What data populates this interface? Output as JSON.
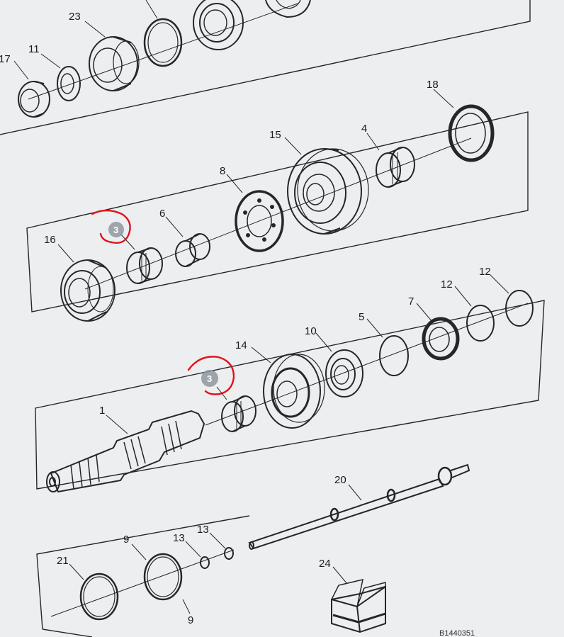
{
  "colors": {
    "background": "#eceef0",
    "line": "#262626",
    "highlight_marker": "#e0141b",
    "callout_badge": "#8f969e"
  },
  "labels": {
    "p23": "23",
    "p17": "17",
    "p11": "11",
    "p18": "18",
    "p15": "15",
    "p4": "4",
    "p8": "8",
    "p6": "6",
    "p16": "16",
    "p3_top": "3",
    "p12a": "12",
    "p12b": "12",
    "p7": "7",
    "p5": "5",
    "p10": "10",
    "p14": "14",
    "p3_mid": "3",
    "p1": "1",
    "p20": "20",
    "p13a": "13",
    "p13b": "13",
    "p9a": "9",
    "p9b": "9",
    "p21": "21",
    "p24": "24"
  },
  "reference_code": "B1440351"
}
